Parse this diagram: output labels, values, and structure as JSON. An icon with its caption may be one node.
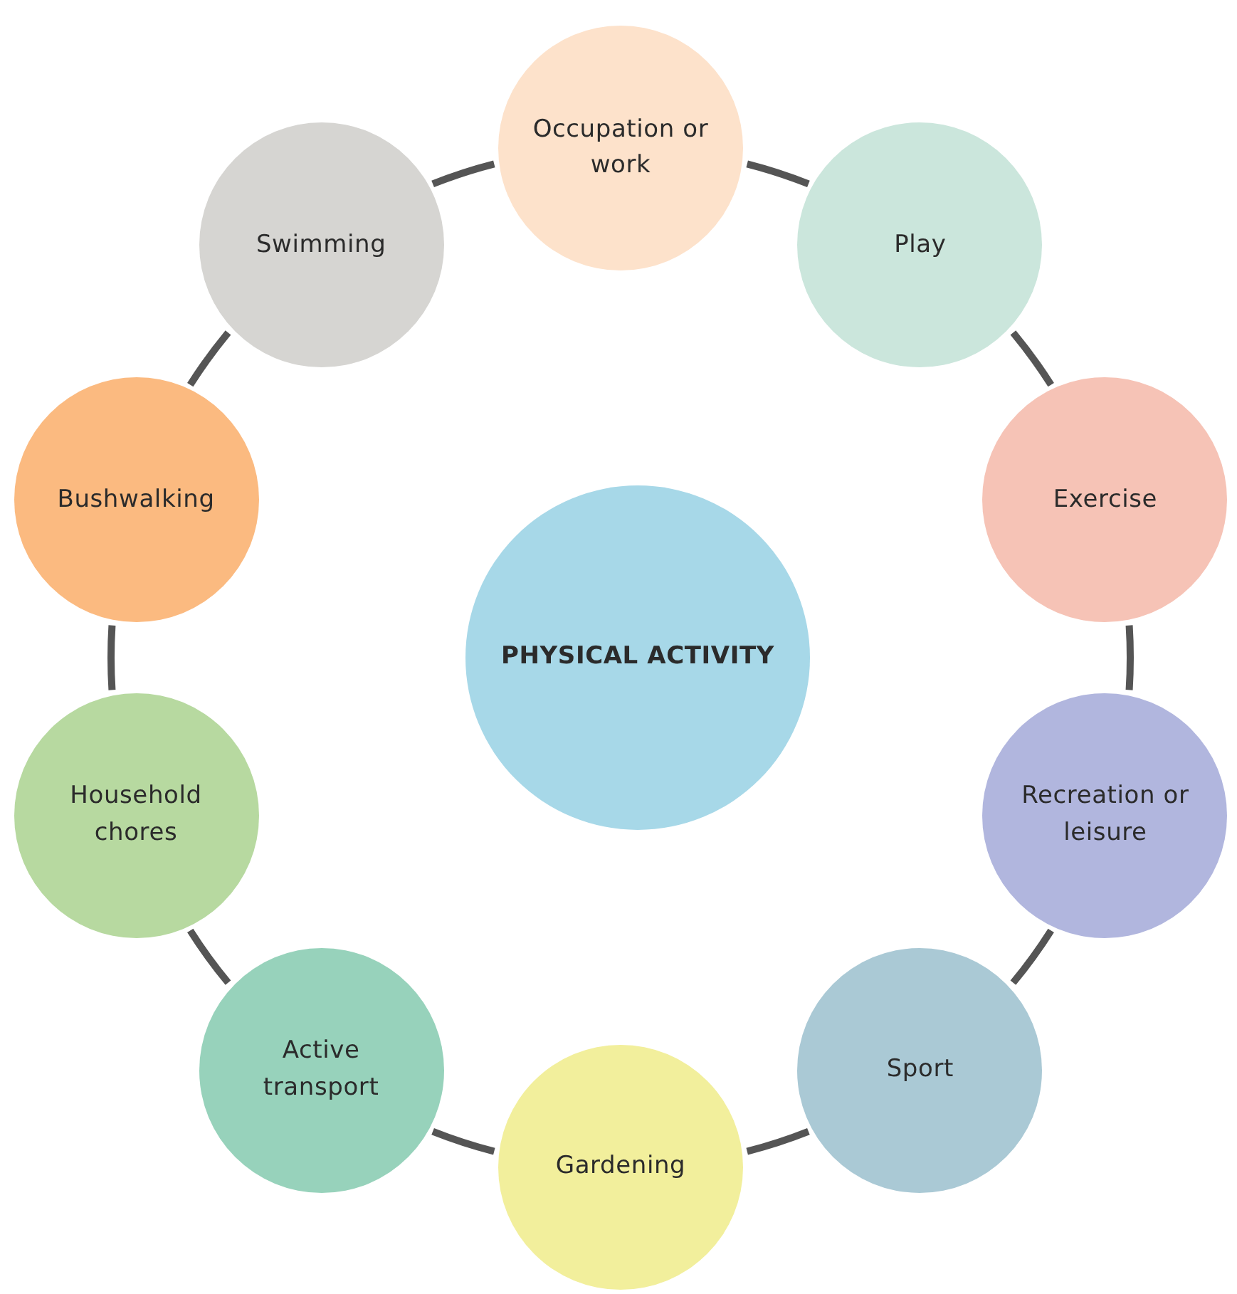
{
  "diagram": {
    "nodes": [
      {
        "text": [
          "Occupation or work"
        ]
      },
      {
        "text": [
          "Play"
        ]
      },
      {
        "text": [
          "Exercise"
        ]
      },
      {
        "text": [
          "Recreation or leisure"
        ]
      },
      {
        "text": [
          "Sport"
        ]
      },
      {
        "text": [
          "Gardening"
        ]
      },
      {
        "text": [
          "Active transport"
        ]
      },
      {
        "text": [
          "Household chores"
        ]
      },
      {
        "text": [
          "Bushwalking"
        ]
      },
      {
        "text": [
          "Swimming"
        ]
      },
      {
        "text": [
          "PHYSICAL ACTIVITY"
        ]
      }
    ],
    "edges": [
      {
        "from": 0,
        "to": 1,
        "arrow": "none"
      },
      {
        "from": 1,
        "to": 2,
        "arrow": "none"
      },
      {
        "from": 2,
        "to": 3,
        "arrow": "none"
      },
      {
        "from": 3,
        "to": 4,
        "arrow": "none"
      },
      {
        "from": 4,
        "to": 5,
        "arrow": "none"
      },
      {
        "from": 5,
        "to": 6,
        "arrow": "none"
      },
      {
        "from": 6,
        "to": 7,
        "arrow": "none"
      },
      {
        "from": 7,
        "to": 8,
        "arrow": "none"
      },
      {
        "from": 8,
        "to": 9,
        "arrow": "none"
      },
      {
        "from": 9,
        "to": 0,
        "arrow": "none"
      }
    ]
  }
}
